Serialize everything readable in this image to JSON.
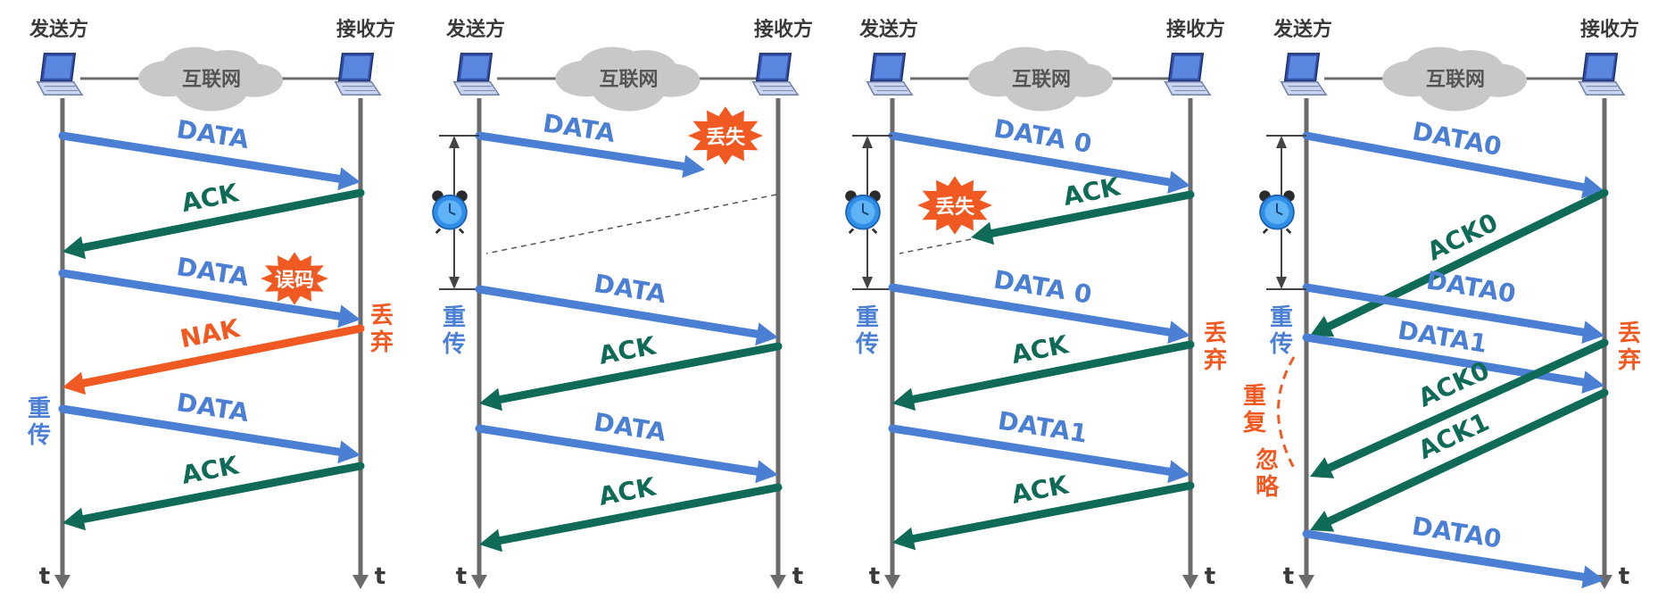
{
  "colors": {
    "blue": "#4a7fd4",
    "green": "#0f6b57",
    "red": "#f05a22",
    "gray": "#6b6b6b",
    "cloud": "#c8c8c8",
    "text_dark": "#3a3a3a"
  },
  "labels": {
    "sender": "发送方",
    "receiver": "接收方",
    "internet": "互联网",
    "time": "t",
    "retransmit": "重传",
    "discard": "丢弃",
    "lost": "丢失",
    "error": "误码",
    "duplicate": "重复",
    "ignore": "忽略"
  },
  "panels": [
    {
      "id": "p1",
      "messages": [
        {
          "text": "DATA",
          "kind": "data"
        },
        {
          "text": "ACK",
          "kind": "ack"
        },
        {
          "text": "DATA",
          "kind": "data"
        },
        {
          "text": "NAK",
          "kind": "nak"
        },
        {
          "text": "DATA",
          "kind": "data"
        },
        {
          "text": "ACK",
          "kind": "ack"
        }
      ]
    },
    {
      "id": "p2",
      "messages": [
        {
          "text": "DATA",
          "kind": "data"
        },
        {
          "text": "DATA",
          "kind": "data"
        },
        {
          "text": "ACK",
          "kind": "ack"
        },
        {
          "text": "DATA",
          "kind": "data"
        },
        {
          "text": "ACK",
          "kind": "ack"
        }
      ]
    },
    {
      "id": "p3",
      "messages": [
        {
          "text": "DATA 0",
          "kind": "data"
        },
        {
          "text": "ACK",
          "kind": "ack"
        },
        {
          "text": "DATA 0",
          "kind": "data"
        },
        {
          "text": "ACK",
          "kind": "ack"
        },
        {
          "text": "DATA1",
          "kind": "data"
        },
        {
          "text": "ACK",
          "kind": "ack"
        }
      ]
    },
    {
      "id": "p4",
      "messages": [
        {
          "text": "DATA0",
          "kind": "data"
        },
        {
          "text": "ACK0",
          "kind": "ack"
        },
        {
          "text": "DATA0",
          "kind": "data"
        },
        {
          "text": "DATA1",
          "kind": "data"
        },
        {
          "text": "ACK0",
          "kind": "ack"
        },
        {
          "text": "ACK1",
          "kind": "ack"
        },
        {
          "text": "DATA0",
          "kind": "data"
        }
      ]
    }
  ]
}
